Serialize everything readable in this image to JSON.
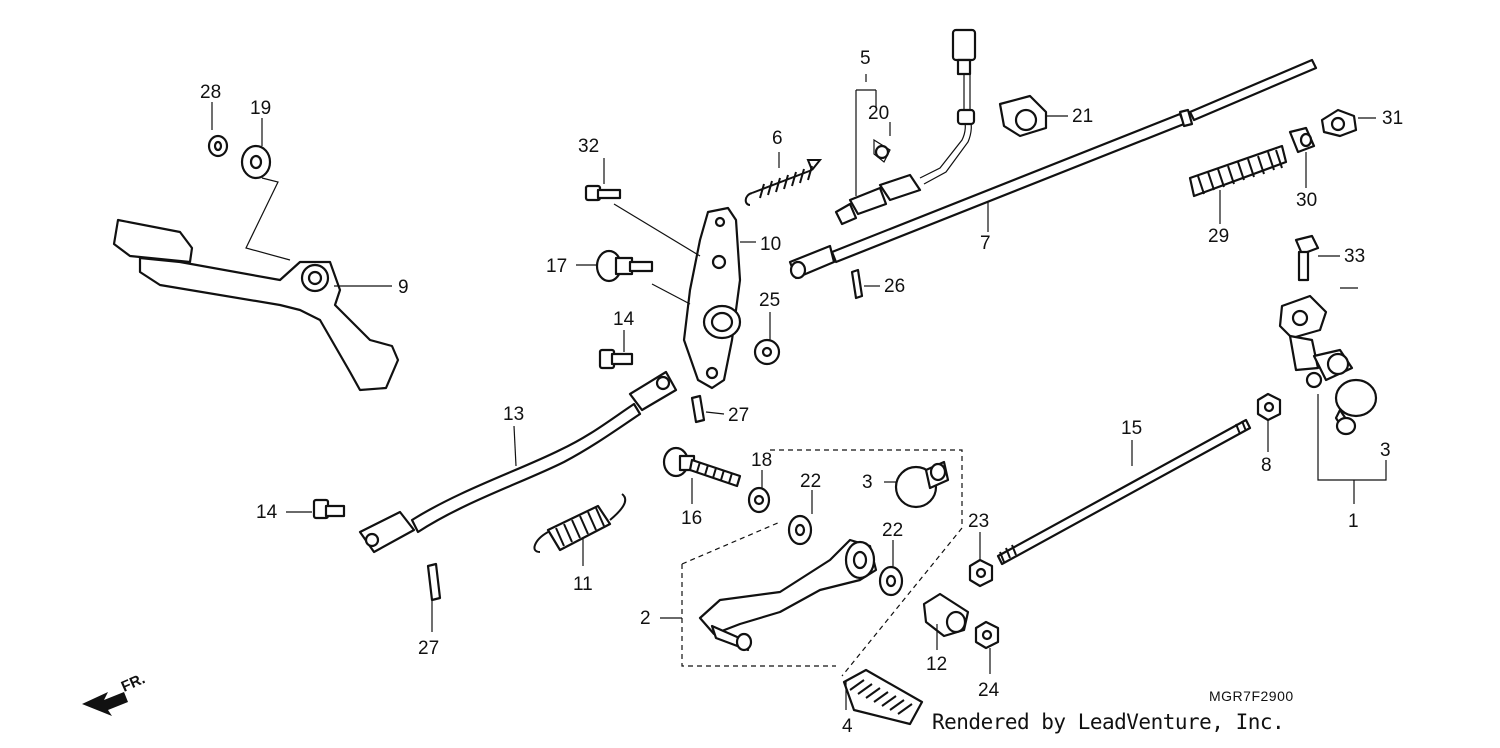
{
  "diagram": {
    "code": "MGR7F2900",
    "credit": "Rendered by LeadVenture, Inc.",
    "direction_label": "FR.",
    "callouts": [
      "1",
      "2",
      "3",
      "3",
      "4",
      "5",
      "6",
      "7",
      "8",
      "9",
      "10",
      "11",
      "12",
      "13",
      "14",
      "14",
      "15",
      "16",
      "17",
      "18",
      "19",
      "20",
      "21",
      "22",
      "22",
      "23",
      "24",
      "25",
      "26",
      "27",
      "27",
      "28",
      "29",
      "30",
      "31",
      "32",
      "33"
    ]
  },
  "icons": {
    "front_arrow": "front-direction-arrow-icon"
  }
}
